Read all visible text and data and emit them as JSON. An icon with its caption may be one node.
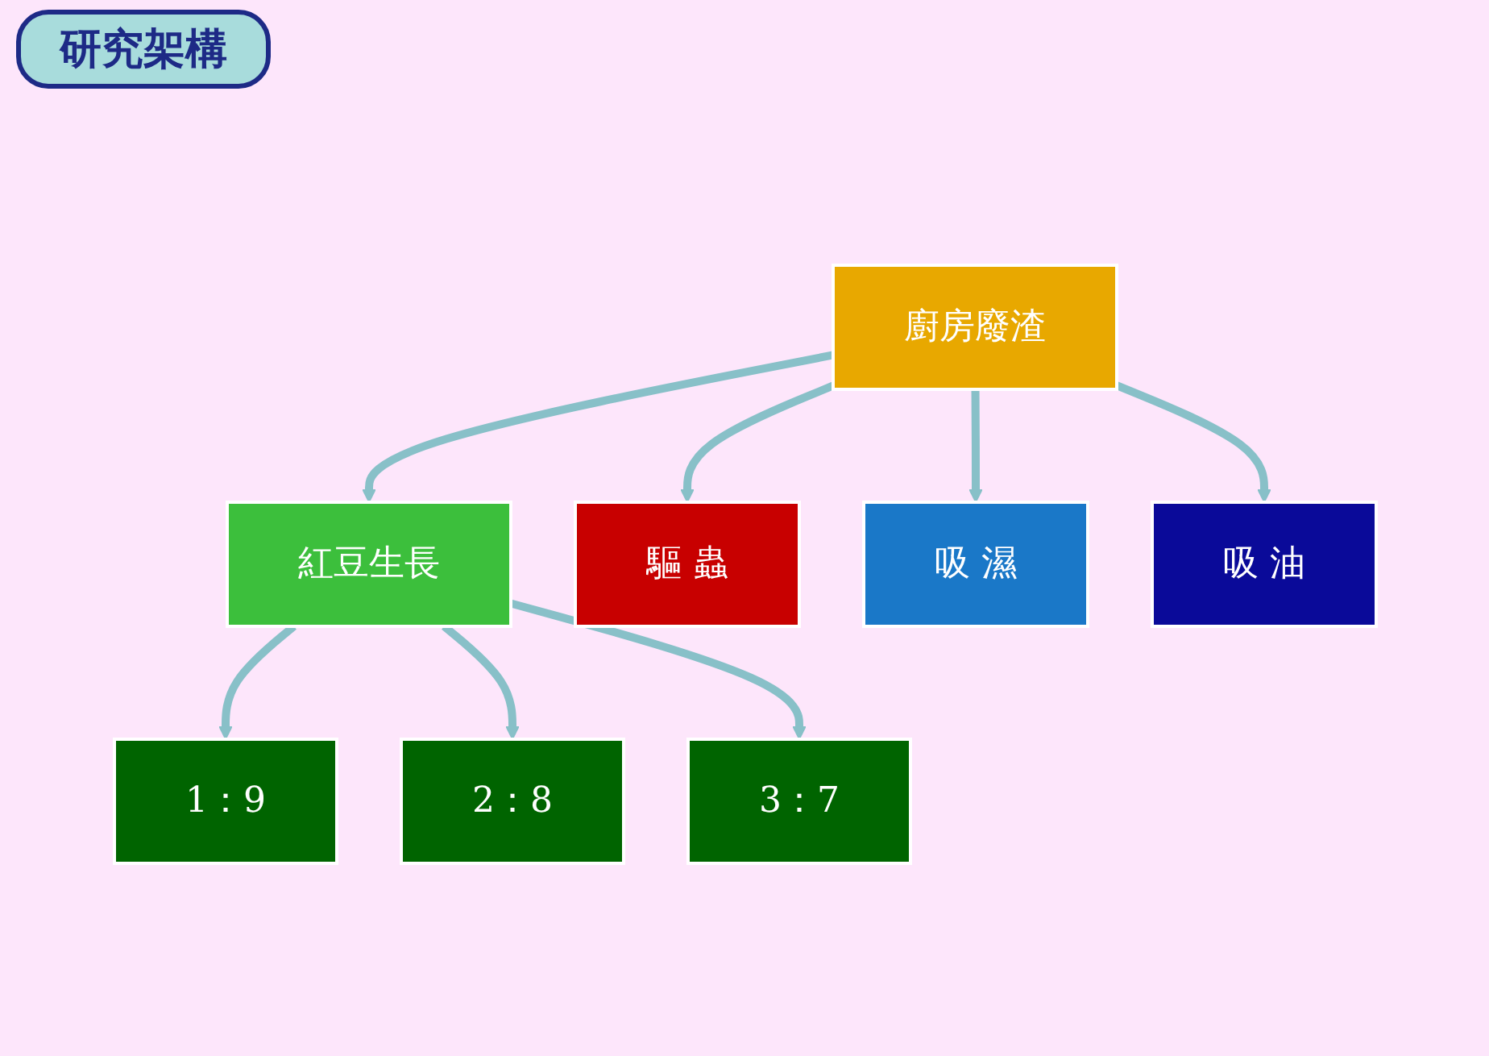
{
  "diagram": {
    "title": "研究架構",
    "nodes": [
      {
        "text": [
          "廚房廢渣"
        ]
      },
      {
        "text": [
          "紅豆生長"
        ]
      },
      {
        "text": [
          "驅 蟲"
        ]
      },
      {
        "text": [
          "吸 濕"
        ]
      },
      {
        "text": [
          "吸 油"
        ]
      },
      {
        "text": [
          "1：9"
        ]
      },
      {
        "text": [
          "2：8"
        ]
      },
      {
        "text": [
          "3：7"
        ]
      }
    ],
    "edges": [
      {
        "from": 0,
        "to": 1,
        "arrow": "to"
      },
      {
        "from": 0,
        "to": 2,
        "arrow": "to"
      },
      {
        "from": 0,
        "to": 3,
        "arrow": "to"
      },
      {
        "from": 0,
        "to": 4,
        "arrow": "to"
      },
      {
        "from": 1,
        "to": 5,
        "arrow": "to"
      },
      {
        "from": 1,
        "to": 6,
        "arrow": "to"
      },
      {
        "from": 1,
        "to": 7,
        "arrow": "to"
      }
    ]
  }
}
